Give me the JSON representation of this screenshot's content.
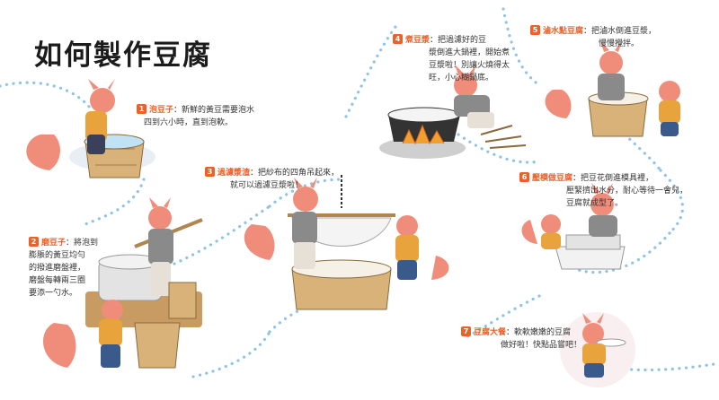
{
  "title": "如何製作豆腐",
  "colors": {
    "path_dots": "#8fc3e4",
    "step_badge": "#e9622a",
    "step_name": "#e9622a",
    "fox_fur": "#f08d7a",
    "wood": "#d9b27a"
  },
  "steps": [
    {
      "number": "1",
      "name": "泡豆子",
      "colon": "：",
      "line1": "新鮮的黃豆需要泡水",
      "line2": "四到六小時，直到泡軟。"
    },
    {
      "number": "2",
      "name": "磨豆子",
      "colon": "：",
      "line1": "將泡到",
      "line2": "膨脹的黃豆均勻",
      "line3": "的撥進磨盤裡，",
      "line4": "磨盤每轉兩三圈",
      "line5": "要添一勺水。"
    },
    {
      "number": "3",
      "name": "過濾漿渣",
      "colon": "：",
      "line1": "把紗布的四角吊起來，",
      "line2": "就可以過濾豆漿啦！"
    },
    {
      "number": "4",
      "name": "煮豆漿",
      "colon": "：",
      "line1": "把過濾好的豆",
      "line2": "漿倒進大鍋裡，開始煮",
      "line3": "豆漿啦！別讓火燒得太",
      "line4": "旺，小心糊鍋底。"
    },
    {
      "number": "5",
      "name": "滷水點豆腐",
      "colon": "：",
      "line1": "把滷水倒進豆漿，",
      "line2": "慢慢攪拌。"
    },
    {
      "number": "6",
      "name": "壓模做豆腐",
      "colon": "：",
      "line1": "把豆花倒進模具裡，",
      "line2": "壓緊擠出水分，耐心等待一會兒，",
      "line3": "豆腐就成型了。"
    },
    {
      "number": "7",
      "name": "豆腐大餐",
      "colon": "：",
      "line1": "軟軟嫩嫩的豆腐",
      "line2": "做好啦！快點品嘗吧！"
    }
  ],
  "illustrations": [
    "fox-soaking-beans-illustration",
    "fox-grinding-beans-illustration",
    "fox-filtering-pulp-illustration",
    "fox-boiling-soymilk-illustration",
    "fox-adding-brine-illustration",
    "fox-pressing-tofu-illustration",
    "fox-tofu-meal-illustration"
  ]
}
